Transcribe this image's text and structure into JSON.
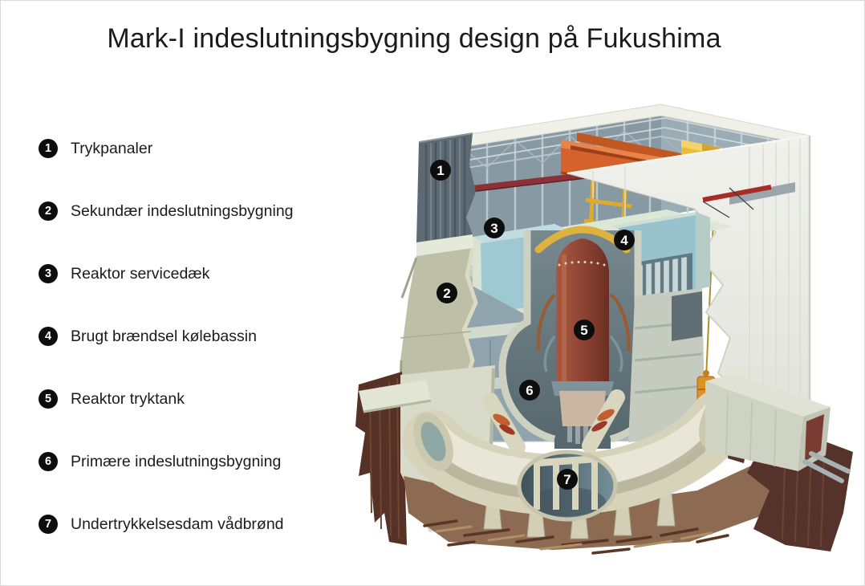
{
  "title": "Mark-I indeslutningsbygning design på Fukushima",
  "legend": {
    "items": [
      {
        "number": "1",
        "label": "Trykpanaler"
      },
      {
        "number": "2",
        "label": "Sekundær indeslutningsbygning"
      },
      {
        "number": "3",
        "label": "Reaktor servicedæk"
      },
      {
        "number": "4",
        "label": "Brugt brændsel kølebassin"
      },
      {
        "number": "5",
        "label": "Reaktor tryktank"
      },
      {
        "number": "6",
        "label": "Primære indeslutningsbygning"
      },
      {
        "number": "7",
        "label": "Undertrykkelsesdam vådbrønd"
      }
    ]
  },
  "diagram": {
    "description": "Cutaway illustration of a Mark-I boiling water reactor containment building",
    "markers": [
      {
        "number": "1",
        "target": "pressure-panels"
      },
      {
        "number": "2",
        "target": "secondary-containment"
      },
      {
        "number": "3",
        "target": "reactor-service-deck"
      },
      {
        "number": "4",
        "target": "spent-fuel-pool"
      },
      {
        "number": "5",
        "target": "reactor-pressure-vessel"
      },
      {
        "number": "6",
        "target": "primary-containment"
      },
      {
        "number": "7",
        "target": "suppression-pool-torus"
      }
    ],
    "colors": {
      "marker_bg": "#0d0d0d",
      "marker_text": "#ffffff",
      "crane_orange": "#d4622a",
      "trolley_yellow": "#e9bd3b",
      "rail_red": "#8c3136",
      "reactor_vessel_red": "#8e4434",
      "pool_blue": "#9fc9d2",
      "torus_cream": "#d6d3ba",
      "earth_dark_brown": "#55322a",
      "earth_mid_brown": "#8d6b52",
      "concrete_white": "#e9eae4",
      "panel_blue_grey": "#5d6a74",
      "wall_green_grey": "#bdc0a7"
    }
  }
}
